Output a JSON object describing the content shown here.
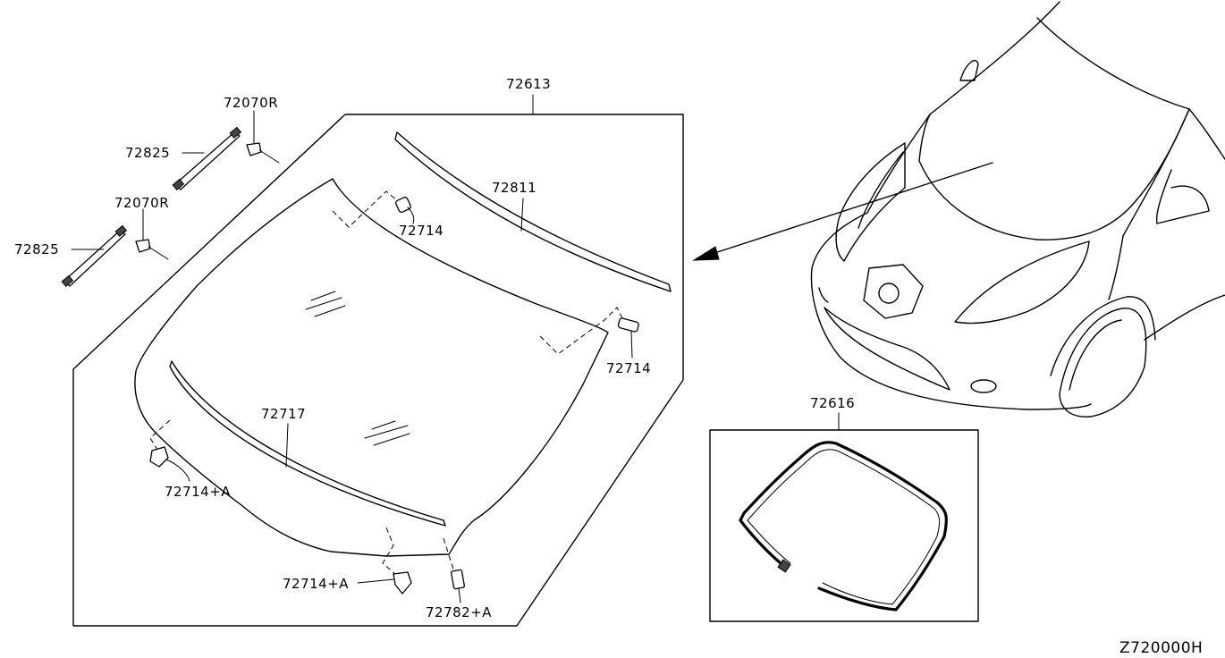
{
  "diagram_code": "Z720000H",
  "labels": {
    "l72613": "72613",
    "l72070r_top": "72070R",
    "l72825_top": "72825",
    "l72070r_bot": "72070R",
    "l72825_bot": "72825",
    "l72811": "72811",
    "l72714_top": "72714",
    "l72714_right": "72714",
    "l72717": "72717",
    "l72714a_left": "72714+A",
    "l72714a_bottom": "72714+A",
    "l72782a": "72782+A",
    "l72616": "72616"
  }
}
